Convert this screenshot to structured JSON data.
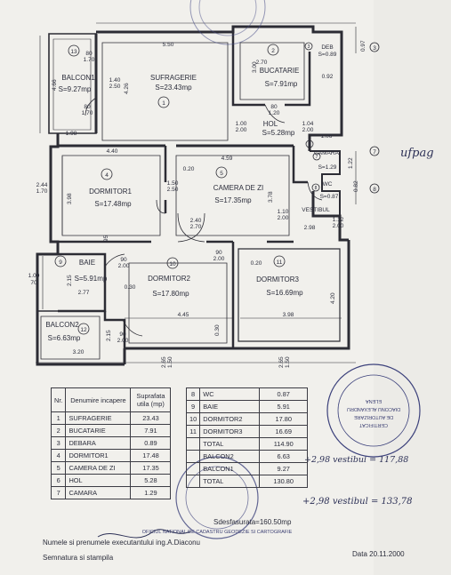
{
  "rooms": [
    {
      "no": "1",
      "name": "SUFRAGERIE",
      "area": "S=23.43mp"
    },
    {
      "no": "2",
      "name": "BUCATARIE",
      "area": "S=7.91mp"
    },
    {
      "no": "3",
      "name": "DEB",
      "area": "S=0.89"
    },
    {
      "no": "4",
      "name": "DORMITOR1",
      "area": "S=17.48mp"
    },
    {
      "no": "5",
      "name": "CAMERA DE ZI",
      "area": "S=17.35mp"
    },
    {
      "no": "6",
      "name": "HOL",
      "area": "S=5.28mp"
    },
    {
      "no": "7",
      "name": "CAMARA",
      "area": "S=1.29"
    },
    {
      "no": "8",
      "name": "WC",
      "area": "S=0.87"
    },
    {
      "no": "9",
      "name": "BAIE",
      "area": "S=5.91mp"
    },
    {
      "no": "10",
      "name": "DORMITOR2",
      "area": "S=17.80mp"
    },
    {
      "no": "11",
      "name": "DORMITOR3",
      "area": "S=16.69mp"
    },
    {
      "no": "12",
      "name": "BALCON2",
      "area": "S=6.63mp"
    },
    {
      "no": "13",
      "name": "BALCON1",
      "area": "S=9.27mp"
    }
  ],
  "labels": {
    "vestibul": "VESTIBUL",
    "handwritten_ref": "ufpag",
    "calc_1": "+2,98 vestibul = 117,88",
    "calc_2": "+2,98 vestibul = 133,78"
  },
  "dimensions": {
    "top_550": "5.50",
    "top_270": "2.70",
    "top_097": "0.97",
    "l_466": "4.66",
    "l_198": "1.98",
    "l_244": "2.44",
    "l_170": "1.70",
    "w_080a": "80",
    "w_170a": "1.70",
    "w_140": "1.40",
    "w_250a": "2.50",
    "w_080b": "80",
    "w_170b": "1.70",
    "s_426": "4.26",
    "b_300": "3.00",
    "b_092": "0.92",
    "b_100a": "1.00",
    "b_200a": "2.00",
    "b_104": "1.04",
    "b_200b": "2.00",
    "b_106": "1.06",
    "b_080": "80",
    "b_120": "1.20",
    "d_440": "4.40",
    "d_459": "4.59",
    "d_398a": "3.98",
    "d_020a": "0.20",
    "d_150": "1.50",
    "d_250b": "2.50",
    "d_378": "3.78",
    "d_110": "1.10",
    "d_200c": "2.00",
    "d_240": "2.40",
    "d_270b": "2.70",
    "d_298": "2.98",
    "d_112": "1.12",
    "d_200d": "2.00",
    "d_122": "1.22",
    "d_082": "0.82",
    "d_095": "95",
    "d_215a": "2.15",
    "d_090a": "90",
    "d_200e": "2.00",
    "d_090b": "90",
    "d_200f": "2.00",
    "d_030": "0.30",
    "d_020b": "0.20",
    "d_420": "4.20",
    "d_100b": "1.00",
    "d_070": "70",
    "d_277": "2.77",
    "d_445": "4.45",
    "d_398b": "3.98",
    "d_215b": "2.15",
    "d_090c": "90",
    "d_200g": "2.00",
    "d_030b": "0.30",
    "d_320": "3.20",
    "d_265a": "2.65",
    "d_150b": "1.50",
    "d_265b": "2.65",
    "d_150c": "1.50"
  },
  "table": {
    "header_name": "Denumire incapere",
    "header_area": "Suprafata utila (mp)",
    "left_rows": [
      {
        "no": "1",
        "name": "SUFRAGERIE",
        "area": "23.43"
      },
      {
        "no": "2",
        "name": "BUCATARIE",
        "area": "7.91"
      },
      {
        "no": "3",
        "name": "DEBARA",
        "area": "0.89"
      },
      {
        "no": "4",
        "name": "DORMITOR1",
        "area": "17.48"
      },
      {
        "no": "5",
        "name": "CAMERA DE ZI",
        "area": "17.35"
      },
      {
        "no": "6",
        "name": "HOL",
        "area": "5.28"
      },
      {
        "no": "7",
        "name": "CAMARA",
        "area": "1.29"
      }
    ],
    "right_rows": [
      {
        "no": "8",
        "name": "WC",
        "area": "0.87"
      },
      {
        "no": "9",
        "name": "BAIE",
        "area": "5.91"
      },
      {
        "no": "10",
        "name": "DORMITOR2",
        "area": "17.80"
      },
      {
        "no": "11",
        "name": "DORMITOR3",
        "area": "16.69"
      },
      {
        "no": "",
        "name": "TOTAL",
        "area": "114.90"
      },
      {
        "no": "",
        "name": "BALCON2",
        "area": "6.63"
      },
      {
        "no": "",
        "name": "BALCON1",
        "area": "9.27"
      },
      {
        "no": "",
        "name": "TOTAL",
        "area": "130.80"
      }
    ],
    "built_area": "Sdesfasurata=160.50mp"
  },
  "footer": {
    "executant": "Numele si prenumele executantului ing.A.Diaconu",
    "signature": "Semnatura si stampila",
    "date": "Data 20.11.2000"
  },
  "stamp_text": {
    "ring": "OFICIUL NATIONAL DE CADASTRU GEODEZIE SI CARTOGRAFIE",
    "center_1": "CERTIFICAT",
    "center_2": "DE AUTORIZARE",
    "center_3": "DIACONU ALEXANDRU",
    "center_4": "ELENA"
  }
}
